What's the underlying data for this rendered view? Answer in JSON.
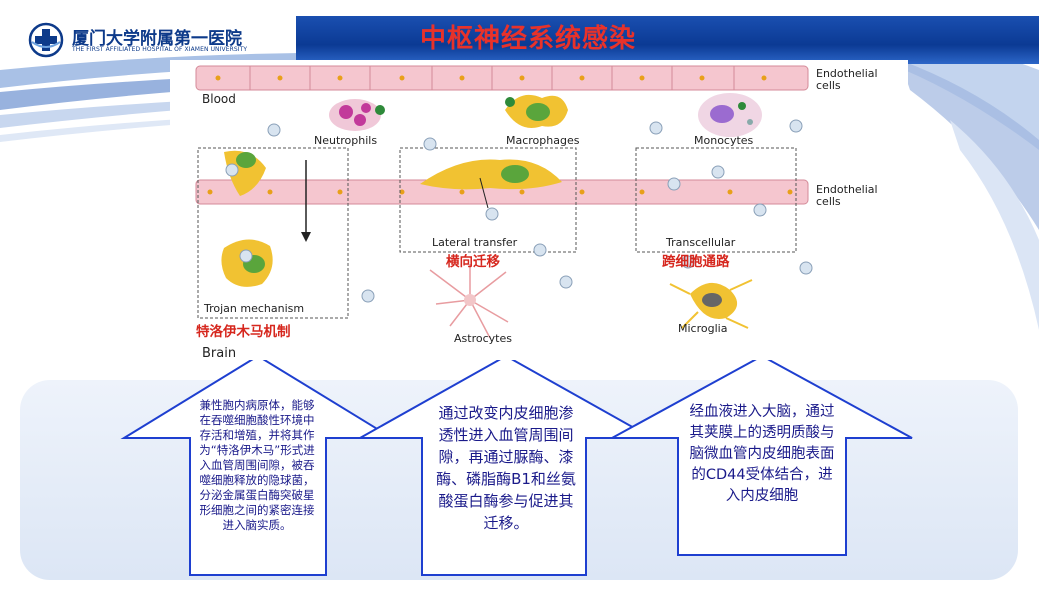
{
  "header": {
    "logo_cn": "厦门大学附属第一医院",
    "logo_en": "THE FIRST AFFILIATED HOSPITAL OF XIAMEN UNIVERSITY",
    "title": "中枢神经系统感染"
  },
  "diagram": {
    "blood": "Blood",
    "brain": "Brain",
    "endothelial_top": [
      "Endothelial",
      "cells"
    ],
    "endothelial_mid": [
      "Endothelial",
      "cells"
    ],
    "neutrophils": "Neutrophils",
    "macrophages": "Macrophages",
    "monocytes": "Monocytes",
    "lateral_transfer": "Lateral transfer",
    "transcellular": "Transcellular",
    "trojan": "Trojan mechanism",
    "astrocytes": "Astrocytes",
    "microglia": "Microglia",
    "cn_trojan": "特洛伊木马机制",
    "cn_lateral": "横向迁移",
    "cn_transcellular": "跨细胞通路"
  },
  "boxes": {
    "box1": "兼性胞内病原体，能够在吞噬细胞酸性环境中存活和增殖，并将其作为“特洛伊木马”形式进入血管周围间隙，被吞噬细胞释放的隐球菌，分泌金属蛋白酶突破星形细胞之间的紧密连接进入脑实质。",
    "box2": "通过改变内皮细胞渗透性进入血管周围间隙，再通过脲酶、漆酶、磷脂酶B1和丝氨酸蛋白酶参与促进其迁移。",
    "box3": "经血液进入大脑，通过其荚膜上的透明质酸与脑微血管内皮细胞表面的CD44受体结合，进入内皮细胞"
  },
  "colors": {
    "title_red": "#e8322a",
    "header_blue": "#0b3a94",
    "arrow_blue": "#1e3fd0",
    "label_red": "#d6271e",
    "text_navy": "#1a1a8a",
    "endothelium_pink": "#f5c6cf"
  }
}
